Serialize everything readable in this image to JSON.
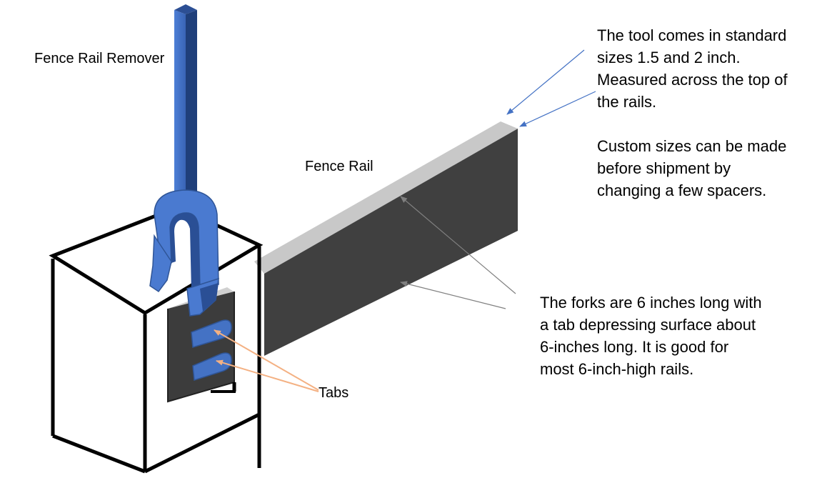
{
  "labels": {
    "remover": "Fence Rail Remover",
    "rail": "Fence Rail",
    "tabs": "Tabs"
  },
  "notes": {
    "sizes": [
      "The tool comes in standard",
      "sizes 1.5 and 2 inch.",
      "Measured across the top of",
      "the rails."
    ],
    "custom": [
      "Custom sizes can be made",
      "before shipment by",
      "changing a few spacers."
    ],
    "forks": [
      "The forks are 6 inches long with",
      "a tab depressing surface about",
      "6-inches long.  It is good for",
      "most 6-inch-high rails."
    ]
  },
  "colors": {
    "tool_blue": "#4472c4",
    "tool_dark": "#1f3f7a",
    "rail_face": "#404040",
    "rail_top": "#c8c8c8",
    "arrow_blue": "#4472c4",
    "arrow_orange": "#f4b183",
    "arrow_gray": "#808080"
  }
}
